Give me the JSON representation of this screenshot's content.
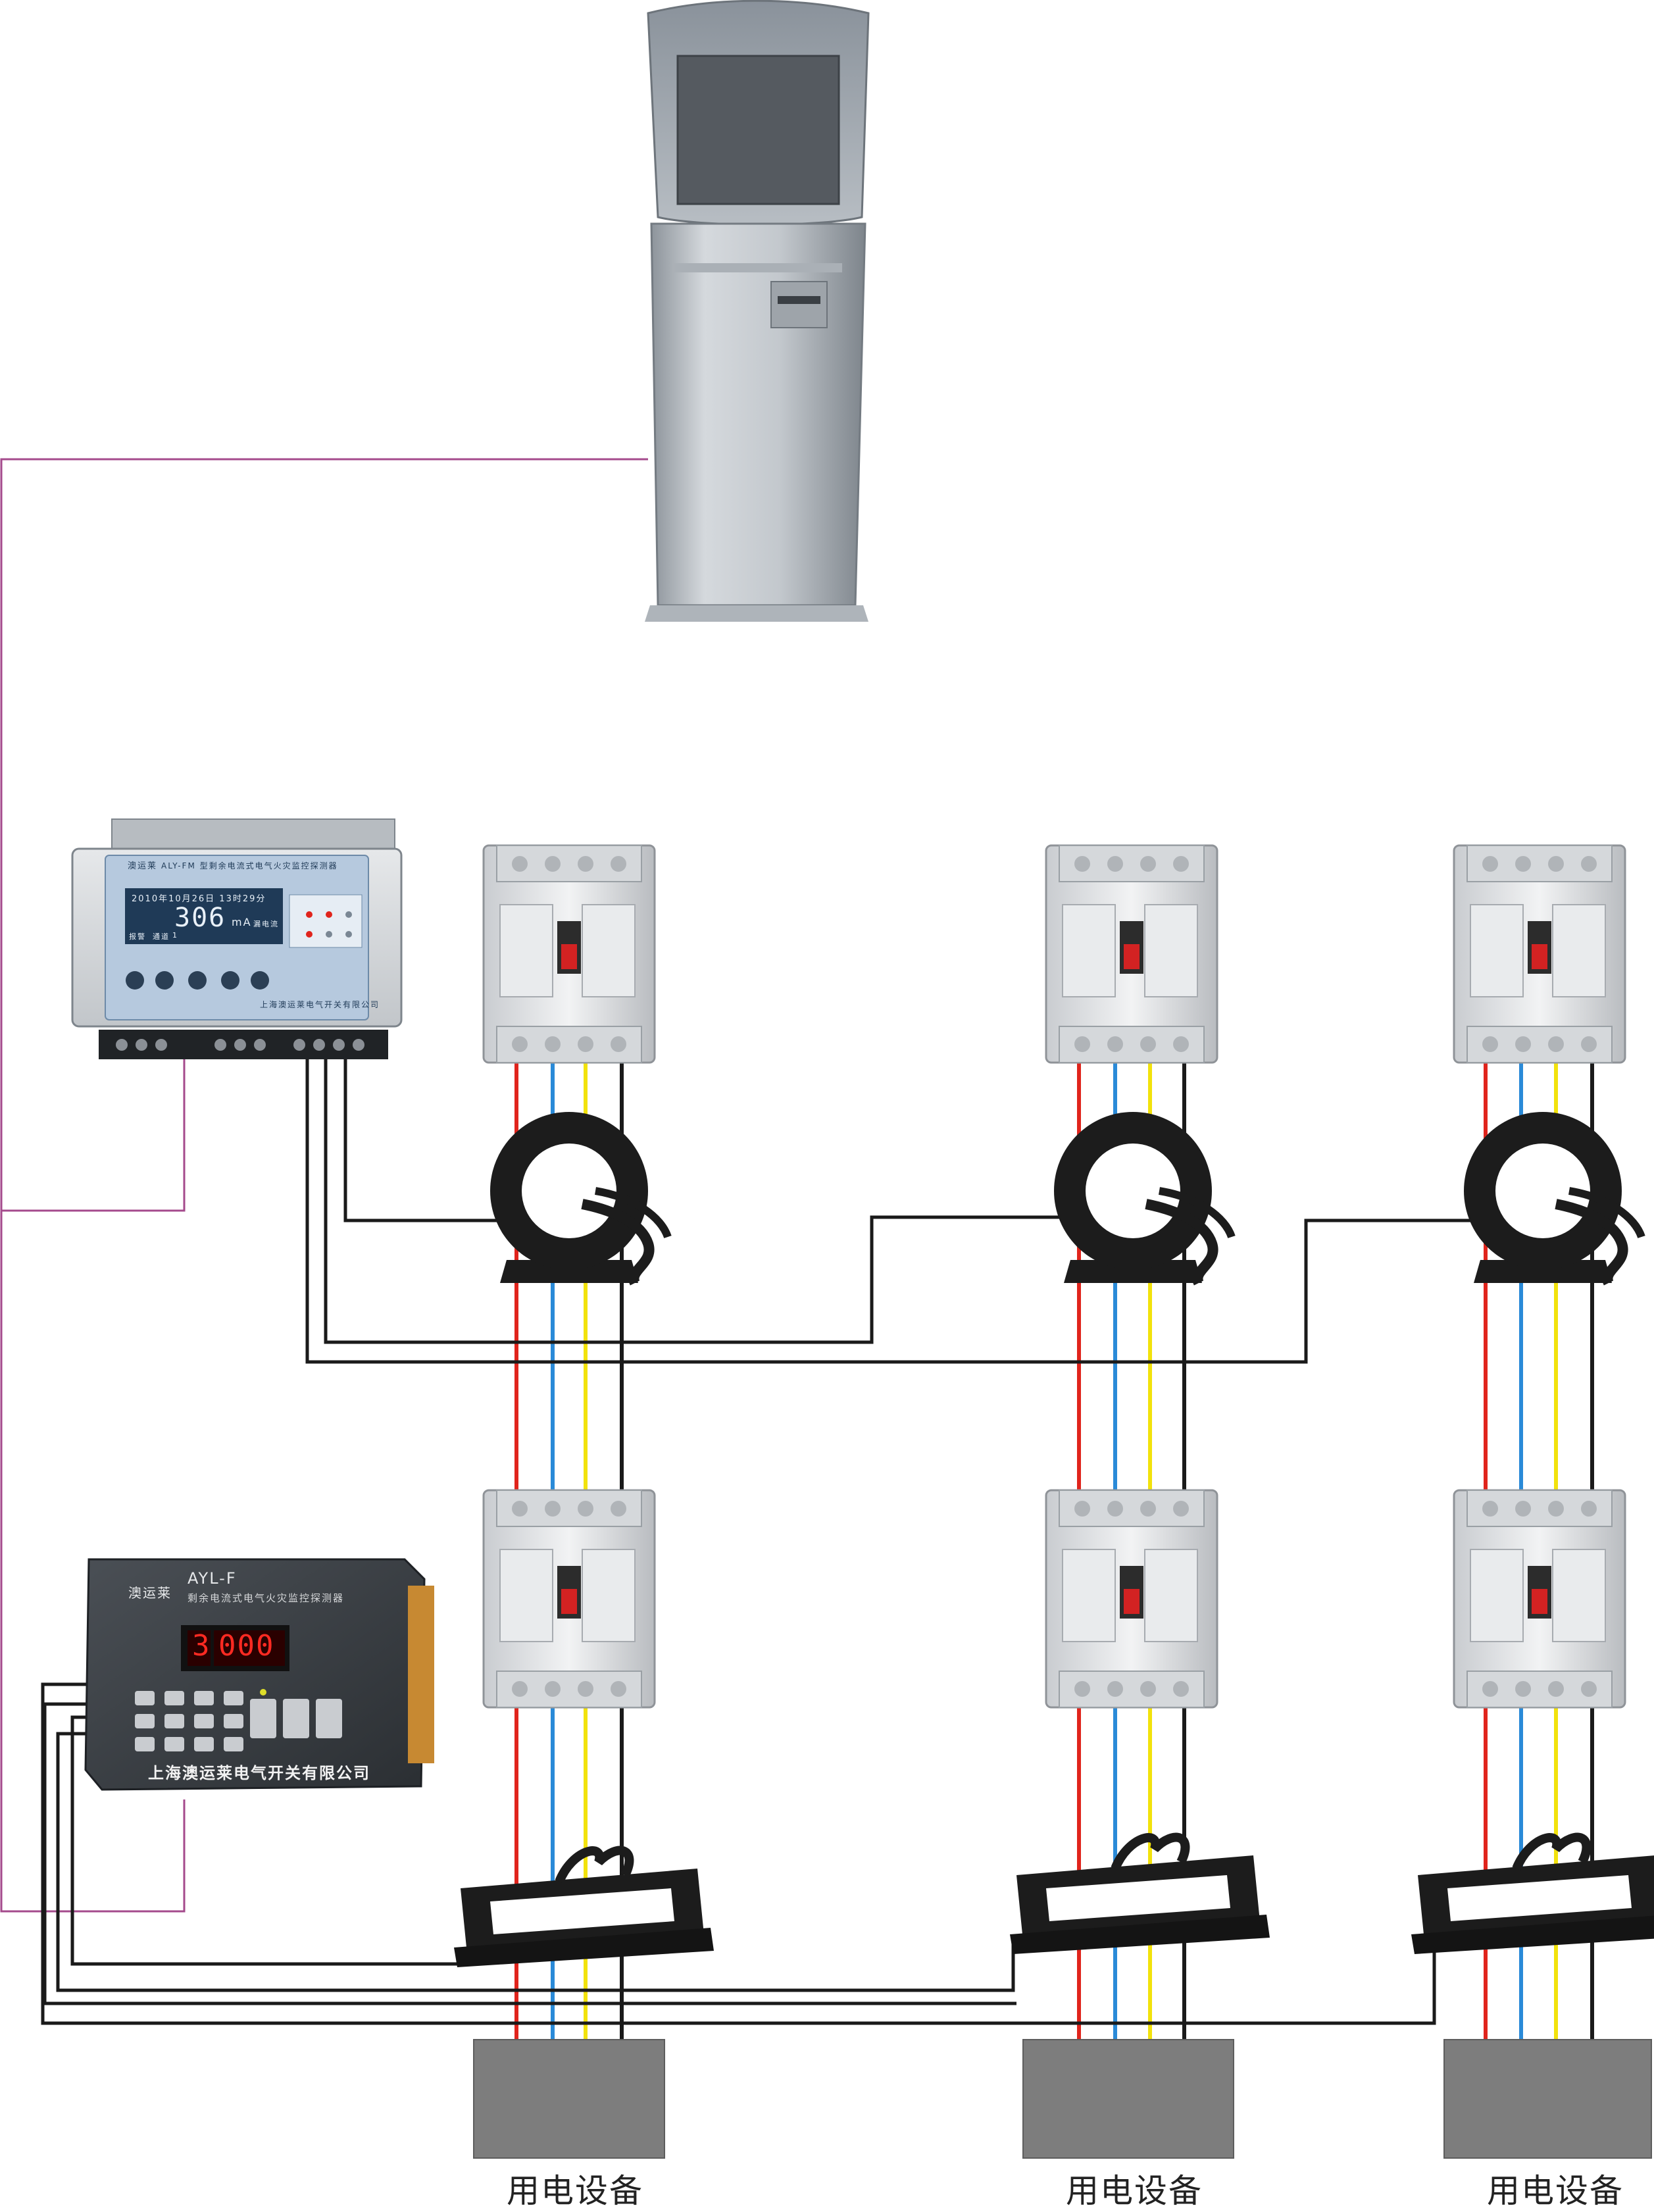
{
  "colors": {
    "phase_a": "#e0241c",
    "phase_b": "#2a8ad8",
    "phase_c": "#f2e20c",
    "neutral": "#1a1a1a",
    "signal_bus": "#a44a8c",
    "load_box": "#7d7d7d"
  },
  "monitor": {
    "brand": "澳运莱",
    "model_title": "ALY-FM 型剩余电流式电气火灾监控探测器",
    "datetime": "2010年10月26日 13时29分",
    "reading_value": "306",
    "reading_unit": "mA",
    "reading_label": "漏电流",
    "status_left": "报警",
    "channel_label": "通道",
    "channel_value": "1",
    "company": "上海澳运莱电气开关有限公司"
  },
  "detector": {
    "brand": "澳运莱",
    "model": "AYL-F",
    "subtitle": "剩余电流式电气火灾监控探测器",
    "display_channel": "3",
    "display_value": "000",
    "company": "上海澳运莱电气开关有限公司"
  },
  "loads": [
    {
      "label": "用电设备"
    },
    {
      "label": "用电设备"
    },
    {
      "label": "用电设备"
    }
  ],
  "icons": {
    "host": "kiosk-host-icon",
    "breaker": "circuit-breaker-icon",
    "ct_round": "round-current-transformer-icon",
    "ct_rect": "rectangular-current-transformer-icon"
  }
}
